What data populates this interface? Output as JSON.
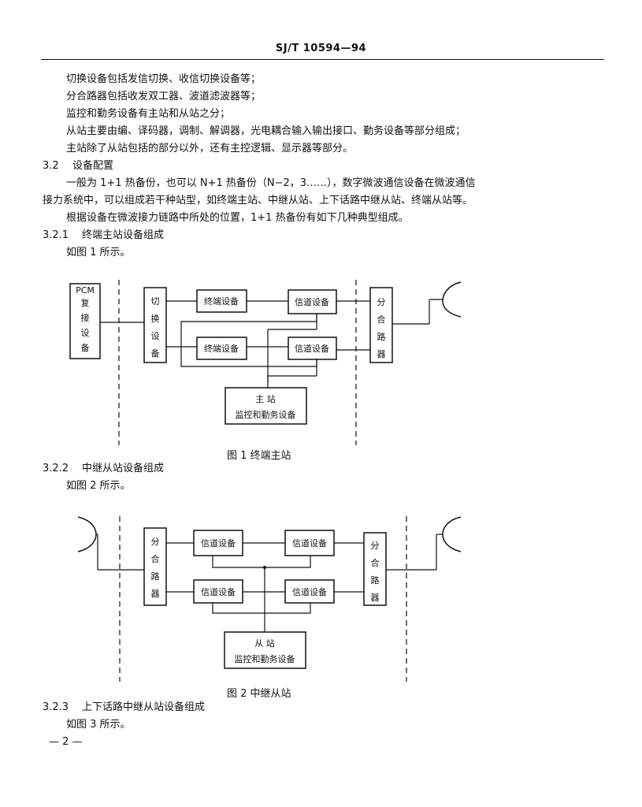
{
  "header": {
    "code": "SJ/T 10594—94"
  },
  "paragraphs": [
    "切换设备包括发信切换、收信切换设备等；",
    "分合路器包括收发双工器、波道滤波器等；",
    "监控和勤务设备有主站和从站之分；",
    "从站主要由编、译码器，调制、解调器，光电耦合输入输出接口、勤务设备等部分组成；",
    "主站除了从站包括的部分以外，还有主控逻辑、显示器等部分。"
  ],
  "section_3_2": {
    "number": "3.2",
    "title": "设备配置",
    "para1_line1": "一般为 1+1 热备份，也可以 N+1 热备份（N−2，3……），数字微波通信设备在微波通信",
    "para1_line2": "接力系统中，可以组成若干种站型，如终端主站、中继从站、上下话路中继从站、终端从站等。",
    "para2": "根据设备在微波接力链路中所处的位置，1+1 热备份有如下几种典型组成。"
  },
  "section_3_2_1": {
    "number": "3.2.1",
    "title": "终端主站设备组成",
    "ref": "如图 1 所示。"
  },
  "figure1": {
    "pcm_label": "PCM",
    "pcm_chars": [
      "复",
      "接",
      "设",
      "备"
    ],
    "switch_chars": [
      "切",
      "换",
      "设",
      "备"
    ],
    "terminal_1": "终端设备",
    "terminal_2": "终端设备",
    "channel_1": "信道设备",
    "channel_2": "信道设备",
    "combiner_chars": [
      "分",
      "合",
      "路",
      "器"
    ],
    "master_line1": "主      站",
    "master_line2": "监控和勤务设备",
    "caption": "图 1    终端主站"
  },
  "section_3_2_2": {
    "number": "3.2.2",
    "title": "中继从站设备组成",
    "ref": "如图 2 所示。"
  },
  "figure2": {
    "combiner_left_chars": [
      "分",
      "合",
      "路",
      "器"
    ],
    "combiner_right_chars": [
      "分",
      "合",
      "路",
      "器"
    ],
    "channel_tl": "信道设备",
    "channel_tr": "信道设备",
    "channel_bl": "信道设备",
    "channel_br": "信道设备",
    "slave_line1": "从      站",
    "slave_line2": "监控和勤务设备",
    "caption": "图 2    中继从站"
  },
  "section_3_2_3": {
    "number": "3.2.3",
    "title": "上下话路中继从站设备组成",
    "ref": "如图 3 所示。"
  },
  "footer": {
    "page": "— 2 —"
  }
}
